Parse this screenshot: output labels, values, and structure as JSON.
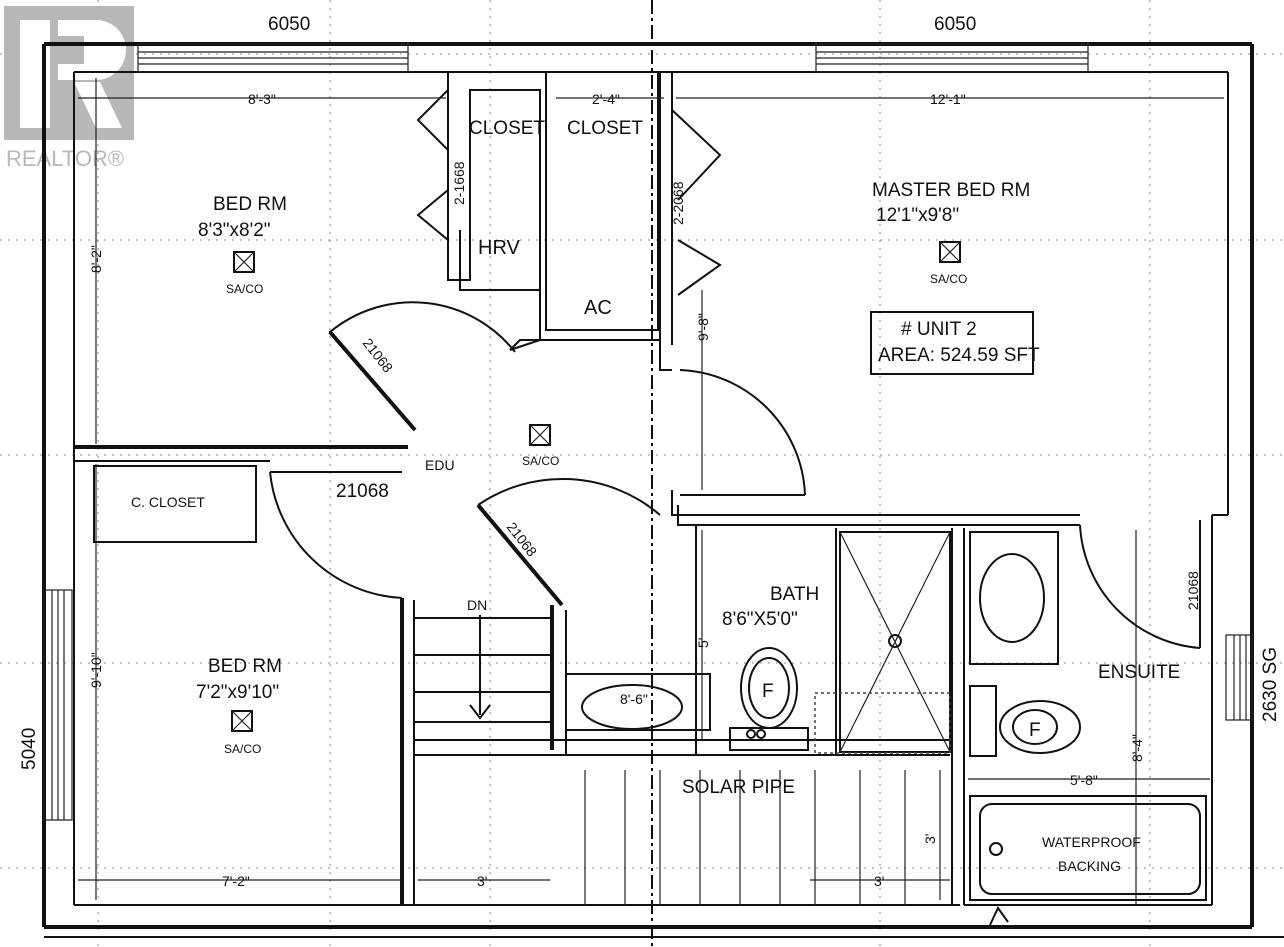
{
  "logo": {
    "text": "REALTOR®"
  },
  "top_dims": {
    "left": "6050",
    "right": "6050"
  },
  "side_dims": {
    "left": "5040",
    "right": "2630 SG"
  },
  "rooms": {
    "bed1": {
      "name": "BED RM",
      "size": "8'3\"x8'2\""
    },
    "bed2": {
      "name": "BED RM",
      "size": "7'2\"x9'10\""
    },
    "master": {
      "name": "MASTER BED RM",
      "size": "12'1\"x9'8\""
    },
    "bath": {
      "name": "BATH",
      "size": "8'6\"X5'0\""
    },
    "ensuite": {
      "name": "ENSUITE"
    },
    "closet1": {
      "name": "CLOSET"
    },
    "closet2": {
      "name": "CLOSET"
    },
    "c_closet": {
      "name": "C. CLOSET"
    },
    "hrv": {
      "name": "HRV"
    },
    "ac": {
      "name": "AC"
    },
    "edu": {
      "name": "EDU"
    },
    "dn": {
      "name": "DN"
    },
    "solar_pipe": {
      "name": "SOLAR PIPE"
    },
    "waterproof_1": "WATERPROOF",
    "waterproof_2": "BACKING"
  },
  "unit_box": {
    "line1": "# UNIT 2",
    "line2": "AREA: 524.59  SFT"
  },
  "sensor_label": "SA/CO",
  "doors": {
    "door_bed1": "21068",
    "door_bed2": "21068",
    "door_bath": "21068",
    "door_ensuite": "21068",
    "closet_left": "2-1668",
    "closet_right": "2-2068"
  },
  "dimensions": {
    "d_8_3": "8'-3\"",
    "d_2_4": "2'-4\"",
    "d_12_1": "12'-1\"",
    "d_8_2": "8'-2\"",
    "d_9_8": "9'-8\"",
    "d_9_10": "9'-10\"",
    "d_5": "5'",
    "d_8_6": "8'-6\"",
    "d_5_8": "5'-8\"",
    "d_8_4": "8'-4\"",
    "d_3a": "3'",
    "d_7_2": "7'-2\"",
    "d_3b": "3'",
    "d_3c": "3'"
  },
  "fixtures": {
    "toilet_mark": "F"
  }
}
